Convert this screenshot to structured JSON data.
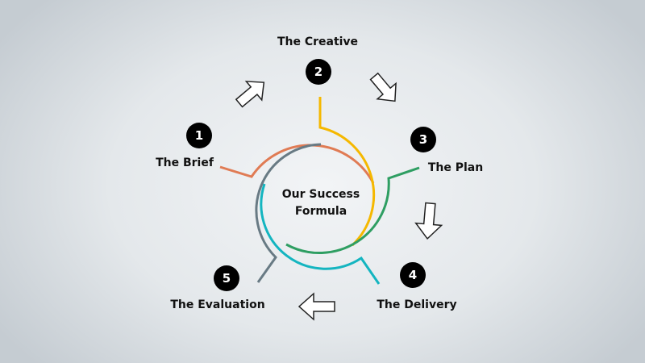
{
  "title": "Our Success Formula",
  "title_lines": [
    "Our Success",
    "Formula"
  ],
  "steps": [
    {
      "number": "1",
      "label": "The Brief",
      "color": "#e07b54"
    },
    {
      "number": "2",
      "label": "The Creative",
      "color": "#f5b800"
    },
    {
      "number": "3",
      "label": "The Plan",
      "color": "#2e9e62"
    },
    {
      "number": "4",
      "label": "The Delivery",
      "color": "#14b5c0"
    },
    {
      "number": "5",
      "label": "The Evaluation",
      "color": "#687a84"
    }
  ]
}
